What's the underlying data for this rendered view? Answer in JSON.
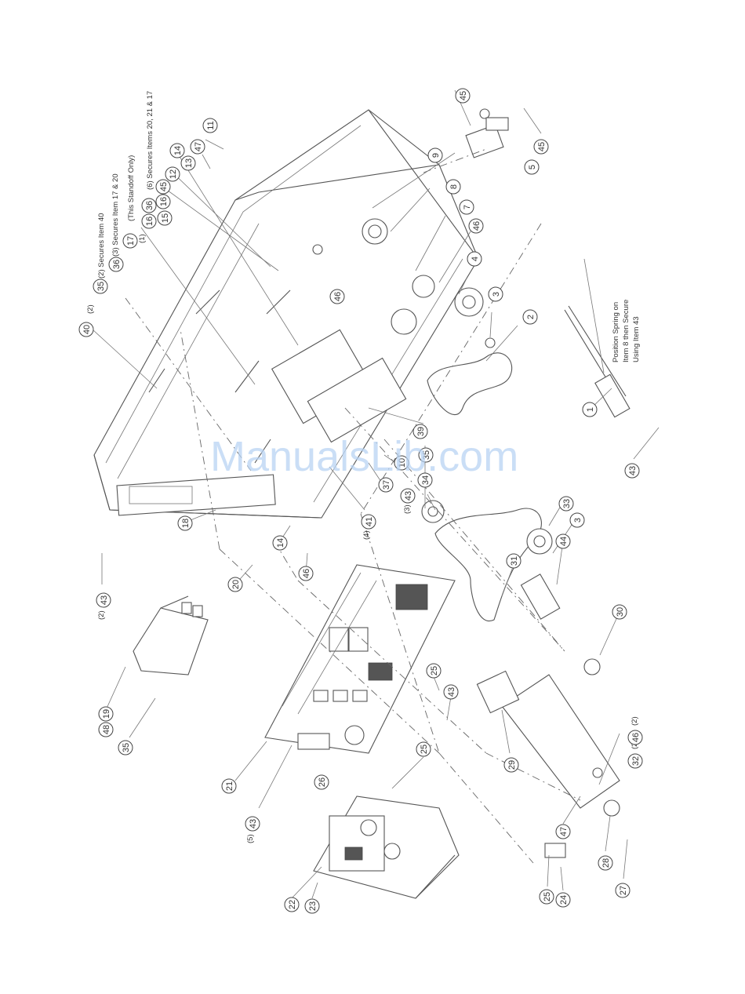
{
  "watermark": "ManualsLib.com",
  "notes": {
    "secures_40": "(2) Secures Item 40",
    "secures_17_20": "(3) Secures Item 17 & 20",
    "standoff": "(This Standoff Only)",
    "secures_20_21_17": "(6) Secures Items 20, 21 & 17",
    "spring": [
      "Position Spring on",
      "Item 8 then Secure",
      "Using Item 43"
    ]
  },
  "callouts": {
    "c11": "11",
    "c47a": "47",
    "c14": "14",
    "c13": "13",
    "c12": "12",
    "c45a": "45",
    "c16a": "16",
    "c36a": "36",
    "c15": "15",
    "c17": "17",
    "c16b": "16",
    "c35a": "35",
    "c36b": "36",
    "c40": "40",
    "c9": "9",
    "c8": "8",
    "c7": "7",
    "c46a": "46",
    "c46b": "46",
    "c45b": "45",
    "c45c": "45",
    "c5": "5",
    "c4": "4",
    "c3a": "3",
    "c2": "2",
    "c1": "1",
    "c43a": "43",
    "c39": "39",
    "c10": "10",
    "c37": "37",
    "c41": "41",
    "c35b": "35",
    "c34": "34",
    "c43b": "43",
    "c33": "33",
    "c3b": "3",
    "c44": "44",
    "c31": "31",
    "c30": "30",
    "c18": "18",
    "c14b": "14",
    "c46c": "46",
    "c20": "20",
    "c43c": "43",
    "c48": "48",
    "c19": "19",
    "c35c": "35",
    "c21": "21",
    "c26": "26",
    "c25a": "25",
    "c25b": "25",
    "c43d": "43",
    "c43e": "43",
    "c29": "29",
    "c46d": "46",
    "c32": "32",
    "c47b": "47",
    "c28": "28",
    "c27": "27",
    "c25c": "25",
    "c24": "24",
    "c22": "22",
    "c23": "23"
  },
  "qty": {
    "q40": "(2)",
    "q41": "(4)",
    "q43b": "(3)",
    "q43c": "(2)",
    "q43d": "(5)",
    "q46d": "(2)",
    "q32": "(2)",
    "q16a": "(1)"
  }
}
